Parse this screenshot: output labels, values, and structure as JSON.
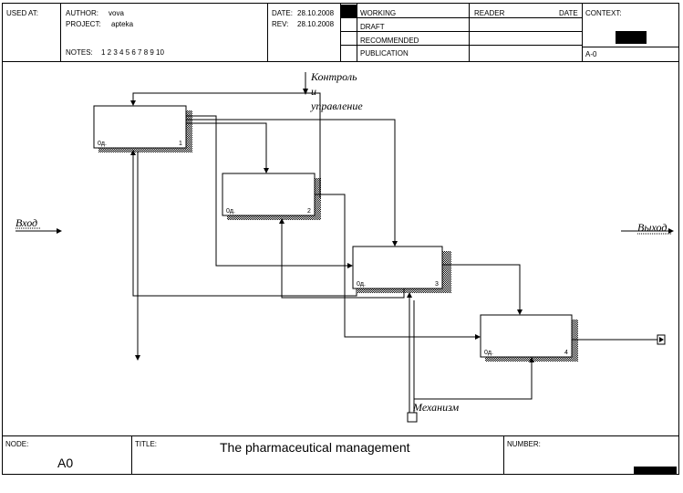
{
  "header": {
    "used_at_label": "USED AT:",
    "author_label": "AUTHOR:",
    "author_value": "vova",
    "project_label": "PROJECT:",
    "project_value": "apteka",
    "notes_label": "NOTES:",
    "notes_numbers": "1  2  3  4  5  6  7  8  9  10",
    "date_label": "DATE:",
    "date_value": "28.10.2008",
    "rev_label": "REV:",
    "rev_value": "28.10.2008",
    "status": [
      "WORKING",
      "DRAFT",
      "RECOMMENDED",
      "PUBLICATION"
    ],
    "reader_label": "READER",
    "reader_date_label": "DATE",
    "context_label": "CONTEXT:",
    "context_node": "A-0"
  },
  "diagram": {
    "boxes": [
      {
        "id": "1",
        "prefix": "0д."
      },
      {
        "id": "2",
        "prefix": "0д."
      },
      {
        "id": "3",
        "prefix": "0д."
      },
      {
        "id": "4",
        "prefix": "0д."
      }
    ],
    "labels": {
      "control_line1": "Контроль",
      "control_line2": "и",
      "control_line3": "управление",
      "input": "Вход",
      "output": "Выход",
      "mechanism": "Механизм"
    }
  },
  "footer": {
    "node_label": "NODE:",
    "node_value": "A0",
    "title_label": "TITLE:",
    "title_value": "The pharmaceutical  management",
    "number_label": "NUMBER:"
  }
}
